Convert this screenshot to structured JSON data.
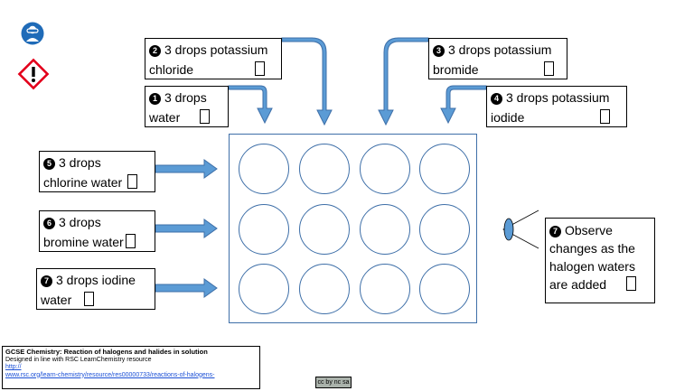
{
  "labels": {
    "step1": {
      "num": "1",
      "line1": "3 drops",
      "line2": "water"
    },
    "step2": {
      "num": "2",
      "line1": "3 drops potassium",
      "line2": "chloride"
    },
    "step3": {
      "num": "3",
      "line1": "3 drops potassium",
      "line2": "bromide"
    },
    "step4": {
      "num": "4",
      "line1": "3 drops potassium",
      "line2": "iodide"
    },
    "step5": {
      "num": "5",
      "line1": "3 drops",
      "line2": "chlorine water"
    },
    "step6": {
      "num": "6",
      "line1": "3 drops",
      "line2": "bromine water"
    },
    "step7": {
      "num": "7",
      "line1": "3 drops iodine",
      "line2": "water"
    },
    "observe": {
      "num": "7",
      "line1": "Observe",
      "line2": "changes as the",
      "line3": "halogen waters",
      "line4": "are added"
    }
  },
  "credit": {
    "title": "GCSE Chemistry: Reaction of halogens and halides in solution",
    "line2": "Designed in line with RSC LearnChemistry resource",
    "link1": "http://",
    "link2": "www.rsc.org/learn-chemistry/resource/res00000733/reactions-of-halogens-"
  },
  "license": {
    "text": "cc by nc sa"
  },
  "icons": {
    "safety": "eye-protection-icon",
    "hazard": "hazard-warning-icon",
    "eye": "eye-icon"
  },
  "colors": {
    "arrow": "#5b9bd5",
    "arrow_border": "#3e6fa8",
    "safety_blue": "#1f6bb8",
    "hazard_red": "#e3001b"
  }
}
